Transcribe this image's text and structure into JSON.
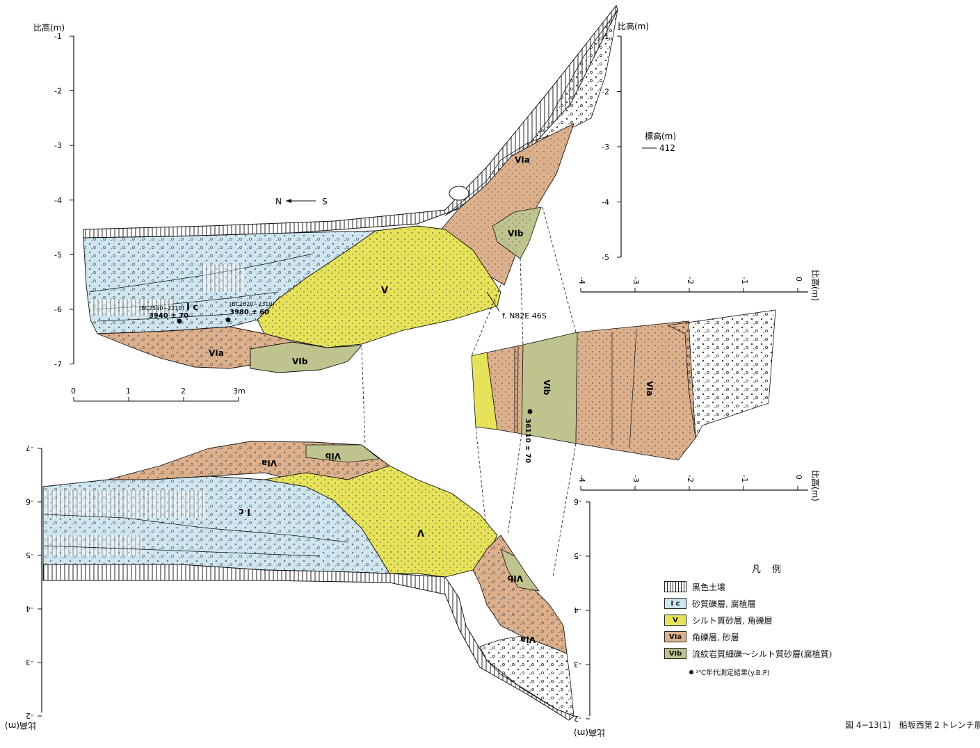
{
  "colors": {
    "Ic": "#cfe6f0",
    "V": "#e6e35a",
    "VIa": "#ddb08c",
    "VIb": "#bfc38e",
    "black_soil": "#ffffff",
    "pebbles": "#ffffff"
  },
  "top_section": {
    "axis_left": {
      "title": "比高(m)",
      "ticks": [
        "-1",
        "-2",
        "-3",
        "-4",
        "-5",
        "-6",
        "-7"
      ]
    },
    "axis_right": {
      "title": "比高(m)",
      "ticks": [
        "-1",
        "-2",
        "-3",
        "-4",
        "-5"
      ]
    },
    "elevation": {
      "title": "標高(m)",
      "value": "412"
    },
    "orientation": {
      "from": "N",
      "to": "S"
    },
    "scale_bar": {
      "ticks": [
        "0",
        "1",
        "2",
        "3m"
      ]
    },
    "layer_labels": {
      "Ic": "I c",
      "V": "V",
      "VIa": "VIa",
      "VIb": "VIb"
    },
    "dates": [
      {
        "range": "(BC2590−2210)",
        "value": "3940 ± 70"
      },
      {
        "range": "(BC2620−2310)",
        "value": "3980 ± 60"
      }
    ],
    "fault": "f. N82E 46S"
  },
  "right_section": {
    "axis_top": {
      "title": "比高(m)",
      "ticks": [
        "-4",
        "-3",
        "-2",
        "-1",
        "0"
      ]
    },
    "axis_bottom": {
      "title": "比高(m)",
      "ticks": [
        "-4",
        "-3",
        "-2",
        "-1",
        "0"
      ]
    },
    "layer_labels": {
      "VIa": "VIa",
      "VIb": "VIb"
    },
    "date": "36110 ± 70"
  },
  "bottom_section": {
    "axis_left": {
      "title": "比高(m)",
      "ticks": [
        "-7",
        "-6",
        "-5",
        "-4",
        "-3",
        "-2"
      ]
    },
    "axis_right": {
      "title": "比高(m)",
      "ticks": [
        "-6",
        "-5",
        "-4",
        "-3",
        "-2"
      ]
    },
    "layer_labels": {
      "Ic": "I c",
      "V": "V",
      "VIa": "VIa",
      "VIb": "VIb"
    }
  },
  "legend": {
    "title": "凡 例",
    "items": [
      {
        "key": "black_soil",
        "code": "",
        "label": "黒色土壌"
      },
      {
        "key": "Ic",
        "code": "I c",
        "label": "砂質礫層, 腐植層"
      },
      {
        "key": "V",
        "code": "V",
        "label": "シルト質砂層, 角礫層"
      },
      {
        "key": "VIa",
        "code": "VIa",
        "label": "角礫層, 砂層"
      },
      {
        "key": "VIb",
        "code": "VIb",
        "label": "流紋岩質細礫～シルト質砂層(腐植質)"
      }
    ],
    "note": "¹⁴C年代測定結果(y.B.P)"
  },
  "caption": "図 4−13(1)　船坂西第２トレンチ展開図"
}
